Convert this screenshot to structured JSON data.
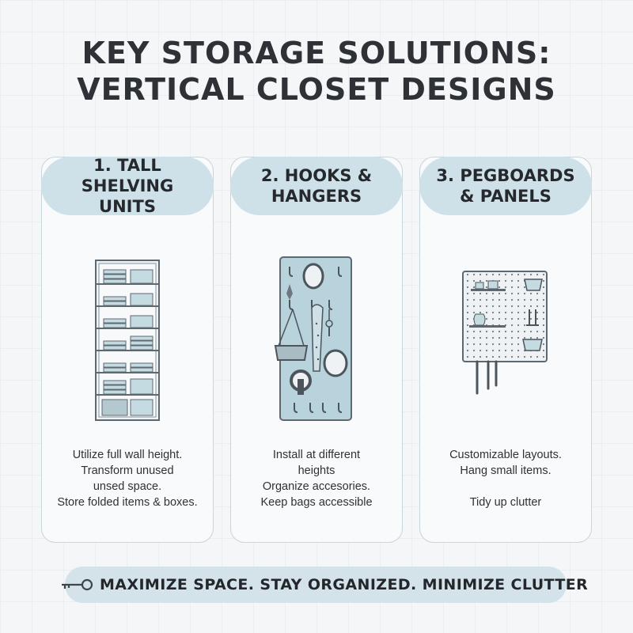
{
  "title": {
    "line1": "KEY STORAGE SOLUTIONS:",
    "line2": "VERTICAL CLOSET DESIGNS"
  },
  "cards": [
    {
      "title_lines": [
        "1. TALL",
        "SHELVING",
        "UNITS"
      ],
      "icon": "shelving-unit-icon",
      "desc_lines": [
        "Utilize full wall height.",
        "Transform unused",
        "unsed space.",
        "Store folded items & boxes."
      ]
    },
    {
      "title_lines": [
        "2. HOOKS &",
        "HANGERS"
      ],
      "icon": "hooks-hangers-icon",
      "desc_lines": [
        "Install at different",
        "heights",
        "Organize accesories.",
        "Keep bags accessible"
      ]
    },
    {
      "title_lines": [
        "3. PEGBOARDS",
        "& PANELS"
      ],
      "icon": "pegboard-icon",
      "desc_lines": [
        "Customizable layouts.",
        "Hang small items.",
        "",
        "Tidy up clutter"
      ]
    }
  ],
  "footer": {
    "icon": "key-icon",
    "text": "MAXIMIZE SPACE. STAY ORGANIZED. MINIMIZE CLUTTER"
  },
  "colors": {
    "accent_pill": "#cfe1e8",
    "card_border": "#c7d5dc",
    "illustration_fill": "#b8d3dc",
    "text": "#2e3236"
  }
}
